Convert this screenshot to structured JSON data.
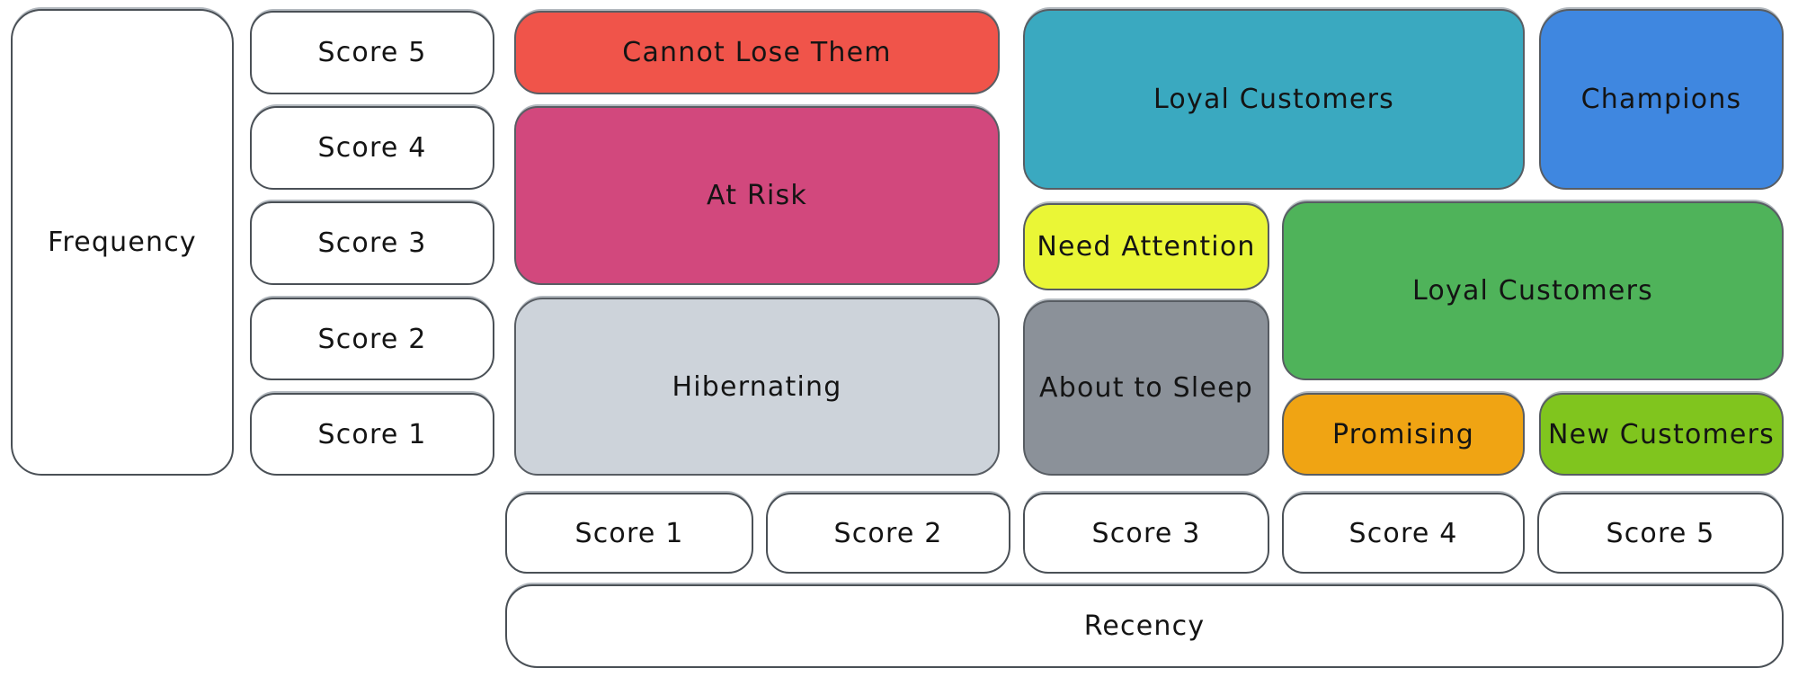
{
  "axes": {
    "frequency": {
      "label": "Frequency",
      "scores": [
        "Score 5",
        "Score 4",
        "Score 3",
        "Score 2",
        "Score 1"
      ]
    },
    "recency": {
      "label": "Recency",
      "scores": [
        "Score 1",
        "Score 2",
        "Score 3",
        "Score 4",
        "Score 5"
      ]
    }
  },
  "segments": {
    "cannot_lose_them": {
      "label": "Cannot Lose Them",
      "color": "#f0544a",
      "text_color": "#141414"
    },
    "at_risk": {
      "label": "At Risk",
      "color": "#d2487d",
      "text_color": "#141414"
    },
    "hibernating": {
      "label": "Hibernating",
      "color": "#cdd3da",
      "text_color": "#141414"
    },
    "loyal_customers_upper": {
      "label": "Loyal Customers",
      "color": "#3aa9c0",
      "text_color": "#141414"
    },
    "champions": {
      "label": "Champions",
      "color": "#3f87e0",
      "text_color": "#141414"
    },
    "need_attention": {
      "label": "Need Attention",
      "color": "#eaf636",
      "text_color": "#141414"
    },
    "loyal_customers_lower": {
      "label": "Loyal Customers",
      "color": "#4fb35a",
      "text_color": "#141414"
    },
    "about_to_sleep": {
      "label": "About to Sleep",
      "color": "#8b9199",
      "text_color": "#141414"
    },
    "promising": {
      "label": "Promising",
      "color": "#f0a413",
      "text_color": "#141414"
    },
    "new_customers": {
      "label": "New Customers",
      "color": "#80c51e",
      "text_color": "#141414"
    }
  }
}
